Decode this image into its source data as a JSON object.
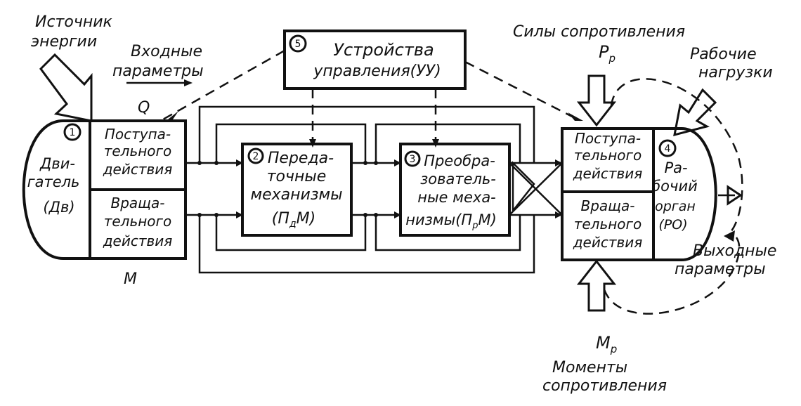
{
  "labels": {
    "energy_source": [
      "Источник",
      "энергии"
    ],
    "input_params": [
      "Входные",
      "параметры"
    ],
    "q": "Q",
    "resistance_forces": "Силы сопротивления",
    "pp": "P",
    "pp_sub": "р",
    "work_loads": [
      "Рабочие",
      "нагрузки"
    ],
    "m_left": "M",
    "output_params": [
      "Выходные",
      "параметры"
    ],
    "mp": "M",
    "mp_sub": "р",
    "resistance_moments": [
      "Моменты",
      "сопротивления"
    ]
  },
  "blocks": {
    "control": {
      "num": "5",
      "lines": [
        "Устройства",
        "управления(УУ)"
      ]
    },
    "engine": {
      "num": "1",
      "lines": [
        "Дви-",
        "гатель",
        "(Дв)"
      ]
    },
    "engine_top": [
      "Поступа-",
      "тельного",
      "действия"
    ],
    "engine_bottom": [
      "Враща-",
      "тельного",
      "действия"
    ],
    "transmission": {
      "num": "2",
      "lines": [
        "Переда-",
        "точные",
        "механизмы"
      ],
      "abbr": "(П",
      "abbr_sub": "д",
      "abbr_end": "М)"
    },
    "converter": {
      "num": "3",
      "lines": [
        "Преобра-",
        "зователь-",
        "ные меха-"
      ],
      "last": "низмы(П",
      "last_sub": "р",
      "last_end": "М)"
    },
    "organ_top": [
      "Поступа-",
      "тельного",
      "действия"
    ],
    "organ_bottom": [
      "Враща-",
      "тельного",
      "действия"
    ],
    "organ": {
      "num": "4",
      "lines": [
        "Ра-",
        "бочий",
        "орган",
        "(РО)"
      ]
    }
  }
}
